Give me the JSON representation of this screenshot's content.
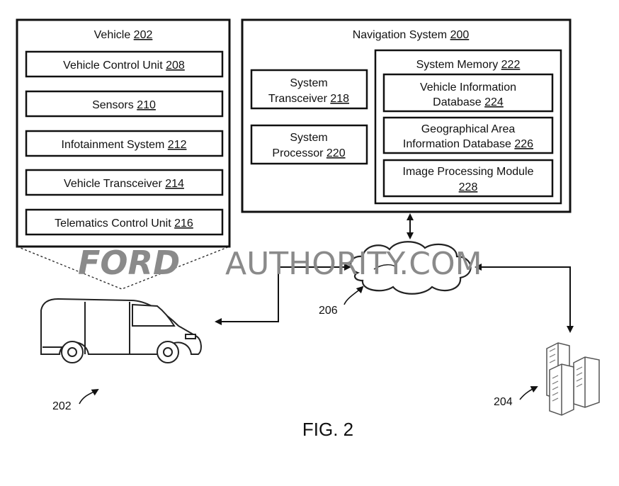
{
  "vehicle": {
    "title": "Vehicle",
    "title_ref": "202",
    "items": [
      {
        "label": "Vehicle Control Unit",
        "ref": "208"
      },
      {
        "label": "Sensors",
        "ref": "210"
      },
      {
        "label": "Infotainment System",
        "ref": "212"
      },
      {
        "label": "Vehicle Transceiver",
        "ref": "214"
      },
      {
        "label": "Telematics Control Unit",
        "ref": "216"
      }
    ]
  },
  "navigation": {
    "title": "Navigation System",
    "title_ref": "200",
    "transceiver": {
      "line1": "System",
      "line2": "Transceiver",
      "ref": "218"
    },
    "processor": {
      "line1": "System",
      "line2": "Processor",
      "ref": "220"
    },
    "memory": {
      "title": "System Memory",
      "title_ref": "222",
      "vehicle_db": {
        "line1": "Vehicle Information",
        "line2": "Database",
        "ref": "224"
      },
      "geo_db": {
        "line1": "Geographical Area",
        "line2": "Information Database",
        "ref": "226"
      },
      "image_module": {
        "line1": "Image Processing Module",
        "ref": "228"
      }
    }
  },
  "network_ref": "206",
  "van_ref": "202",
  "server_ref": "204",
  "figure_caption": "FIG. 2",
  "watermark": {
    "bold": "FORD",
    "light": "AUTHORITY.COM"
  }
}
